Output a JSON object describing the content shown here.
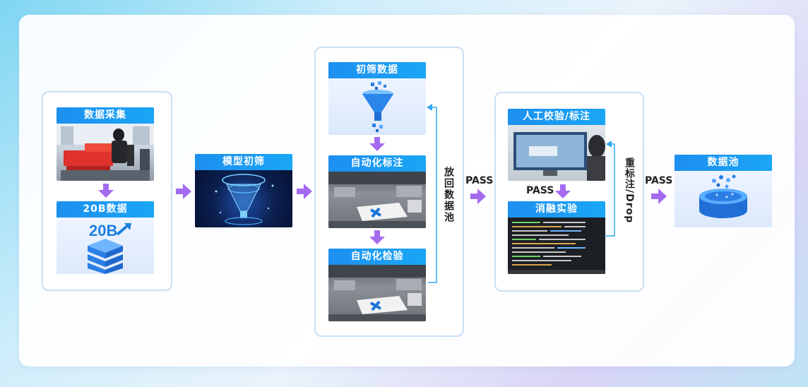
{
  "colors": {
    "header": "#1d8ff0",
    "arrow": "#a46bf0",
    "group_border": "#c9dff6"
  },
  "stage1": {
    "collect": "数据采集",
    "data20b": "20B数据",
    "badge": "20B"
  },
  "stage2": {
    "model": "模型初筛"
  },
  "stage3": {
    "initial": "初筛数据",
    "auto_label": "自动化标注",
    "auto_check": "自动化检验",
    "return_label": "放回数据池"
  },
  "stage4": {
    "manual": "人工校验/标注",
    "ablation": "消融实验",
    "pass_inner": "PASS",
    "relabel": "重标注/Drop"
  },
  "stage5": {
    "pool": "数据池"
  },
  "labels": {
    "pass1": "PASS",
    "pass2": "PASS"
  }
}
